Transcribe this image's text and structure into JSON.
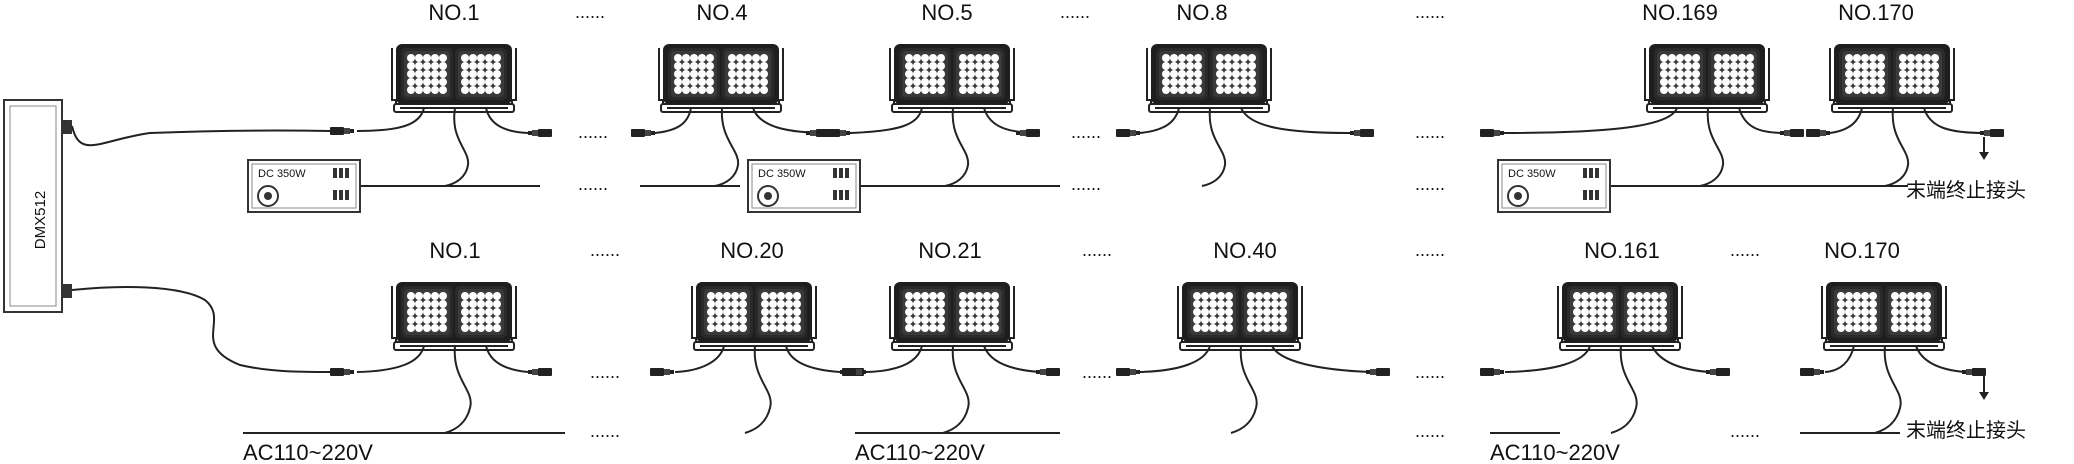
{
  "controller": {
    "label": "DMX512"
  },
  "power_supply": {
    "label": "DC  350W"
  },
  "ellipsis": "......",
  "end_label": "末端终止接头",
  "row1": {
    "labels": [
      "NO.1",
      "NO.4",
      "NO.5",
      "NO.8",
      "NO.169",
      "NO.170"
    ]
  },
  "row2": {
    "labels": [
      "NO.1",
      "NO.20",
      "NO.21",
      "NO.40",
      "NO.161",
      "NO.170"
    ],
    "ac_label": "AC110~220V"
  }
}
